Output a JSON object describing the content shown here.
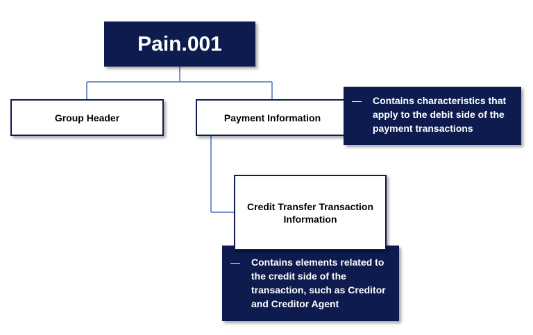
{
  "diagram": {
    "root": {
      "label": "Pain.001"
    },
    "children": [
      {
        "label": "Group Header"
      },
      {
        "label": "Payment Information"
      }
    ],
    "grandchild": {
      "label": "Credit Transfer Transaction Information"
    },
    "callouts": {
      "payment": {
        "bullet": "—",
        "text": "Contains characteristics that apply to the debit side of the payment transactions"
      },
      "credit": {
        "bullet": "—",
        "text": "Contains elements related to the credit side of the transaction, such as Creditor and Creditor Agent"
      }
    },
    "colors": {
      "dark_navy": "#0d1b4f",
      "connector_blue": "#4472c4",
      "white": "#ffffff"
    }
  }
}
